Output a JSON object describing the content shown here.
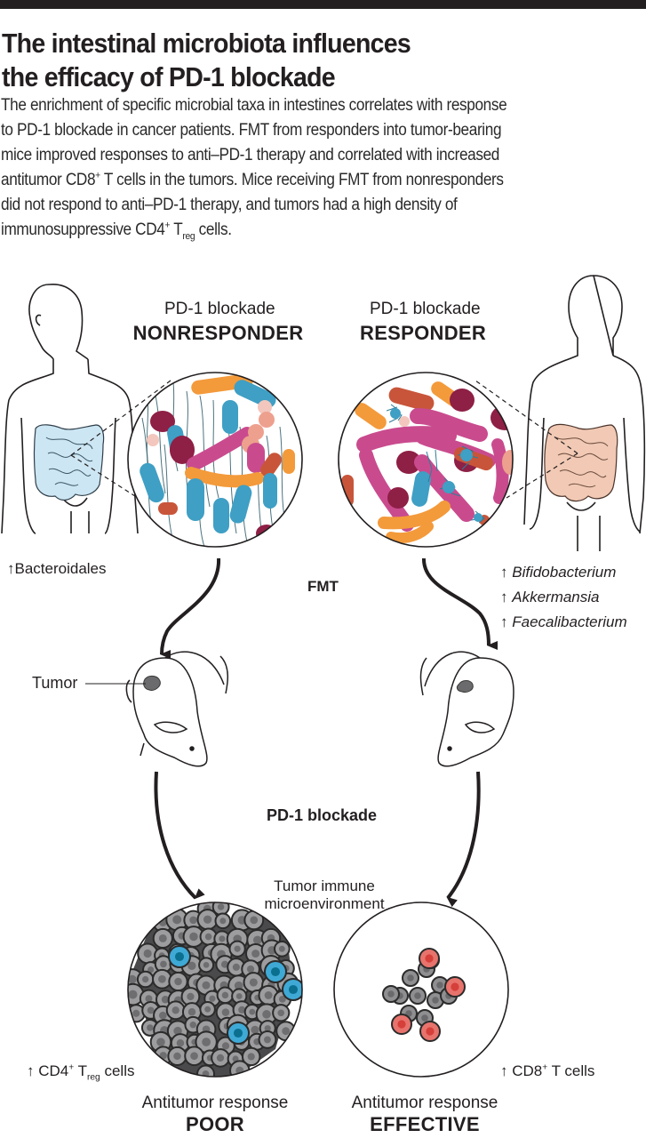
{
  "header": {
    "title_line1": "The intestinal microbiota influences",
    "title_line2": "the efficacy of PD-1 blockade",
    "summary_lines": [
      "The enrichment of specific microbial taxa in intestines correlates with response",
      "to PD-1 blockade in cancer patients. FMT from responders into tumor-bearing",
      "mice improved responses to anti–PD-1 therapy and correlated with increased",
      "antitumor CD8",
      "did not respond to anti–PD-1 therapy, and tumors had a high density of",
      "immunosuppressive CD4"
    ],
    "summary_line4_sup": "+",
    "summary_line4_rest": " T cells in the tumors. Mice receiving FMT from nonresponders",
    "summary_line6_sup": "+",
    "summary_line6_t": " T",
    "summary_line6_sub": "reg",
    "summary_line6_rest": " cells."
  },
  "nonresponder": {
    "pre": "PD-1 blockade",
    "label": "NONRESPONDER",
    "taxa": [
      {
        "arrow": "↑",
        "name": "Bacteroidales",
        "italic": false
      }
    ],
    "intestine_color": "#cde6f3"
  },
  "responder": {
    "pre": "PD-1 blockade",
    "label": "RESPONDER",
    "taxa": [
      {
        "arrow": "↑",
        "name": "Bifidobacterium",
        "italic": true
      },
      {
        "arrow": "↑",
        "name": "Akkermansia",
        "italic": true
      },
      {
        "arrow": "↑",
        "name": "Faecalibacterium",
        "italic": true
      }
    ],
    "intestine_color": "#f1c9b4"
  },
  "center": {
    "fmt": "FMT",
    "tumor_label": "Tumor",
    "blockade": "PD-1 blockade",
    "tme_line1": "Tumor immune",
    "tme_line2": "microenvironment"
  },
  "outcomes": {
    "poor": {
      "cells_arrow": "↑",
      "cells_pre": " CD4",
      "cells_sup": "+",
      "cells_t": " T",
      "cells_sub": "reg",
      "cells_post": " cells",
      "caption": "Antitumor response",
      "result": "POOR"
    },
    "effective": {
      "cells_arrow": "↑",
      "cells_pre": " CD8",
      "cells_sup": "+",
      "cells_post": " T cells",
      "caption": "Antitumor response",
      "result": "EFFECTIVE"
    }
  },
  "colors": {
    "bar": "#231f20",
    "bacteria_blue": "#3f9fc4",
    "bacteria_orange": "#f39a3b",
    "bacteria_magenta": "#c94b8e",
    "bacteria_maroon": "#8e1f45",
    "bacteria_salmon": "#eea08e",
    "bacteria_rust": "#c8553a",
    "treg_blue": "#3fa9d6",
    "cd8_red": "#e8736d",
    "tumor_cell_gray": "#9d9d9f"
  }
}
